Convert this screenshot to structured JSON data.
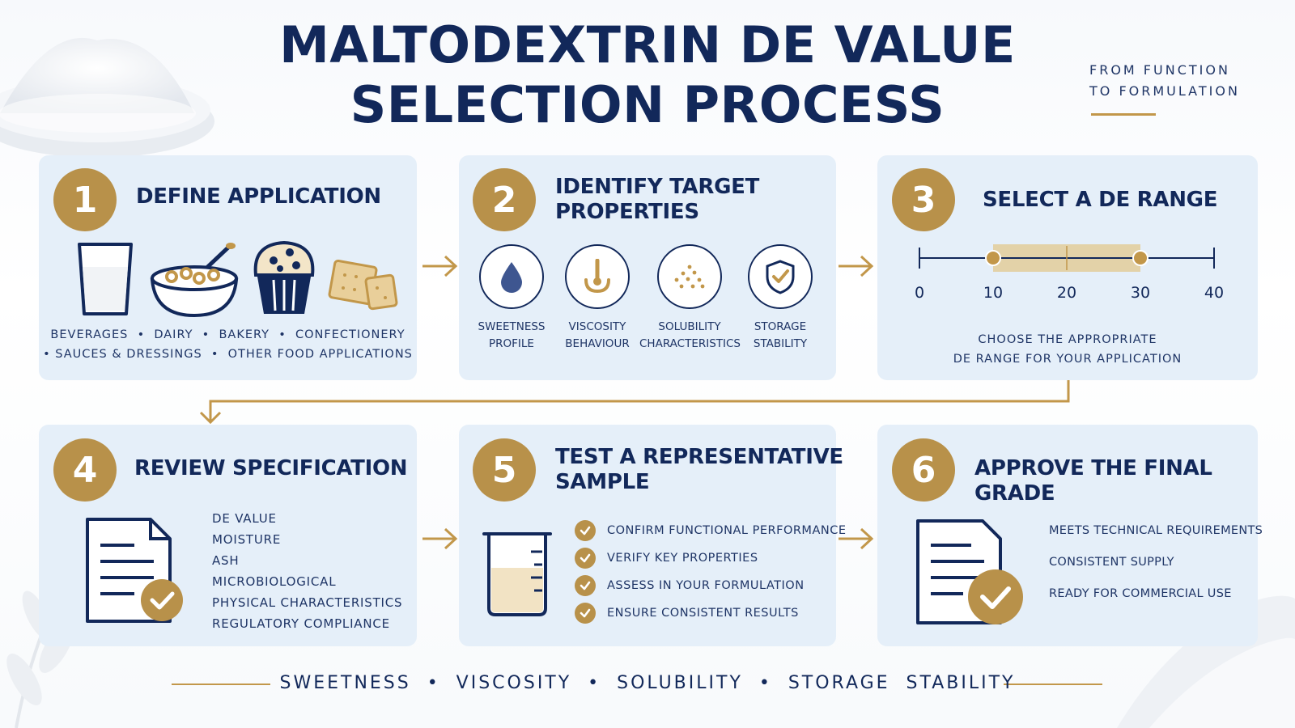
{
  "title": {
    "line1": "MALTODEXTRIN DE VALUE",
    "line2": "SELECTION PROCESS"
  },
  "tagline": {
    "line1": "FROM FUNCTION",
    "line2": "TO FORMULATION"
  },
  "colors": {
    "navy": "#12285a",
    "gold": "#b8914a",
    "card": "#e5eff9"
  },
  "steps": [
    {
      "number": "1",
      "title": "DEFINE APPLICATION",
      "icons": [
        "glass-of-milk-icon",
        "cereal-bowl-icon",
        "muffin-icon",
        "crackers-icon"
      ],
      "applications_line1": "BEVERAGES  •  DAIRY  •  BAKERY  •  CONFECTIONERY",
      "applications_line2": "• SAUCES & DRESSINGS  •  OTHER FOOD APPLICATIONS"
    },
    {
      "number": "2",
      "title_line1": "IDENTIFY TARGET",
      "title_line2": "PROPERTIES",
      "properties": [
        {
          "icon": "droplet-icon",
          "line1": "SWEETNESS",
          "line2": "PROFILE"
        },
        {
          "icon": "viscosity-drip-icon",
          "line1": "VISCOSITY",
          "line2": "BEHAVIOUR"
        },
        {
          "icon": "dots-icon",
          "line1": "SOLUBILITY",
          "line2": "CHARACTERISTICS"
        },
        {
          "icon": "shield-check-icon",
          "line1": "STORAGE",
          "line2": "STABILITY"
        }
      ]
    },
    {
      "number": "3",
      "title": "SELECT A DE RANGE",
      "scale": {
        "min": 0,
        "max": 40,
        "ticks": [
          "0",
          "10",
          "20",
          "30",
          "40"
        ],
        "range": [
          10,
          30
        ]
      },
      "caption_line1": "CHOOSE THE APPROPRIATE",
      "caption_line2": "DE RANGE FOR YOUR APPLICATION"
    },
    {
      "number": "4",
      "title": "REVIEW SPECIFICATION",
      "items": [
        "DE VALUE",
        "MOISTURE",
        "ASH",
        "MICROBIOLOGICAL",
        "PHYSICAL CHARACTERISTICS",
        "REGULATORY COMPLIANCE"
      ]
    },
    {
      "number": "5",
      "title_line1": "TEST A REPRESENTATIVE",
      "title_line2": "SAMPLE",
      "checks": [
        "CONFIRM FUNCTIONAL PERFORMANCE",
        "VERIFY KEY PROPERTIES",
        "ASSESS IN YOUR FORMULATION",
        "ENSURE CONSISTENT RESULTS"
      ]
    },
    {
      "number": "6",
      "title": "APPROVE THE FINAL GRADE",
      "items": [
        "MEETS TECHNICAL REQUIREMENTS",
        "CONSISTENT SUPPLY",
        "READY FOR COMMERCIAL USE"
      ]
    }
  ],
  "footer": {
    "text": "SWEETNESS  •  VISCOSITY  •  SOLUBILITY  •  STORAGE  STABILITY"
  }
}
